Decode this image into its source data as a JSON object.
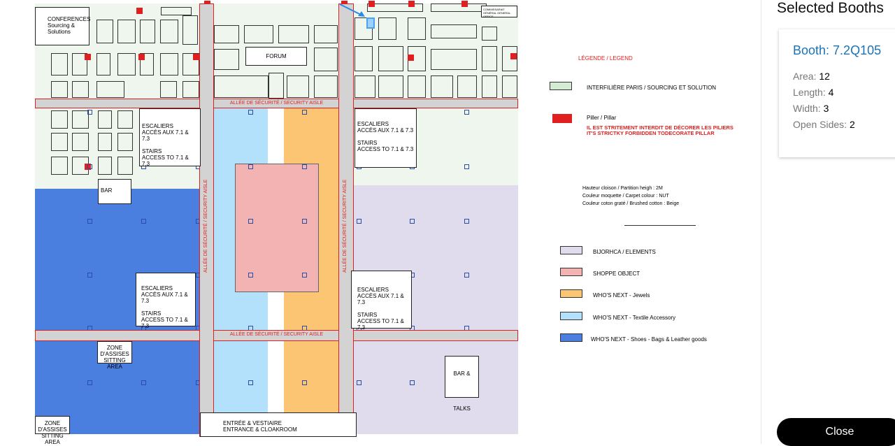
{
  "map": {
    "aisle_label": "ALLÉE DE SÉCURITÉ / SECURITY AISLE",
    "conference": "CONFERENCES Sourcing & Solutions",
    "forum": "FORUM",
    "bar": "BAR",
    "stairs_fr": "ESCALIERS",
    "stairs_fr2": "ACCÈS AUX 7.1 & 7.3",
    "stairs_en": "STAIRS",
    "stairs_en2": "ACCESS TO 7.1 & 7.3",
    "sitting_fr": "ZONE D'ASSISES",
    "sitting_en": "SITTING AREA",
    "bar_talks": "BAR & TALKS",
    "entrance_fr": "ENTRÉE & VESTIAIRE",
    "entrance_en": "ENTRANCE & CLOAKROOM",
    "office": "COMMISSARIAT GÉNÉRAL GENERAL OFFICE",
    "selected_booth_color": "#4aa3f0"
  },
  "legend": {
    "title": "LÉGENDE / LEGEND",
    "items": [
      {
        "label": "INTERFILIÈRE PARIS / SOURCING ET SOLUTION",
        "color": "#d3ecd3"
      },
      {
        "label": "Piller / Pillar",
        "color": "#e02020"
      }
    ],
    "warning1": "IL EST STRITEMENT INTERDIT DE DÉCORER LES PILIERS",
    "warning2": "IT'S STRICTKY FORBIDDEN TODECORATE PILLAR",
    "note1": "Hauteur cloison / Partition heigh : 2M",
    "note2": "Couleur moquette / Carpet colour : NUT",
    "note3": "Couleur coton graté / Brushed cotton : Beige",
    "zones": [
      {
        "label": "BIJORHCA / ELEMENTS",
        "color": "#e0dced"
      },
      {
        "label": "SHOPPE OBJECT",
        "color": "#f4b3b3"
      },
      {
        "label": "WHO'S NEXT - Jewels",
        "color": "#fcc574"
      },
      {
        "label": "WHO'S NEXT - Textile Accessory",
        "color": "#b3e0fb"
      },
      {
        "label": "WHO'S NEXT - Shoes - Bags & Leather goods",
        "color": "#4a7fe0"
      }
    ]
  },
  "panel": {
    "title": "Selected Booths",
    "booth_label": "Booth: 7.2Q105",
    "area_label": "Area:",
    "area": "12",
    "length_label": "Length:",
    "length": "4",
    "width_label": "Width:",
    "width": "3",
    "open_label": "Open Sides:",
    "open": "2",
    "close": "Close"
  }
}
